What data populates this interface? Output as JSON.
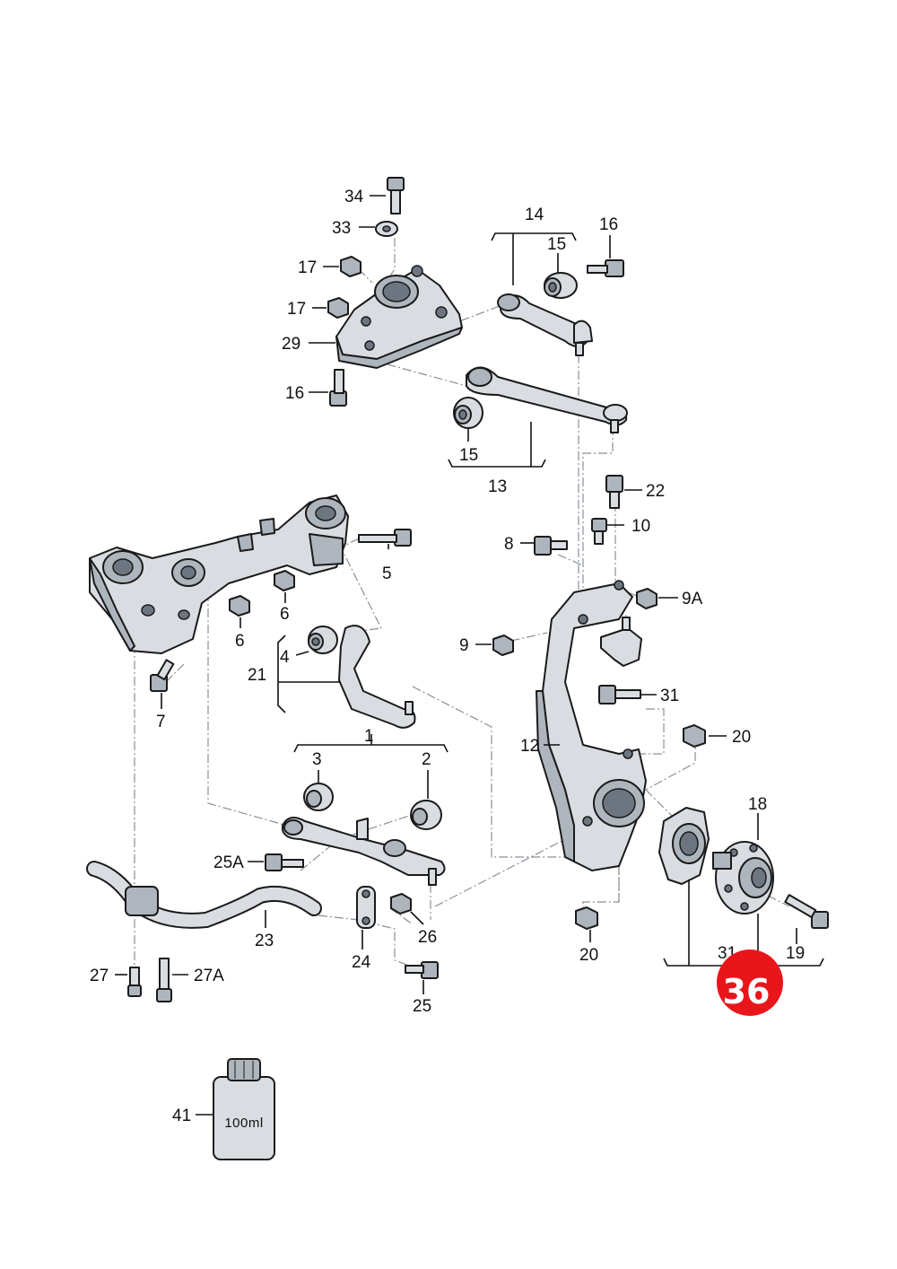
{
  "diagram": {
    "labels": {
      "l34": "34",
      "l33": "33",
      "l17a": "17",
      "l17b": "17",
      "l29": "29",
      "l16a": "16",
      "l14": "14",
      "l15a": "15",
      "l16b": "16",
      "l15b": "15",
      "l13": "13",
      "l22": "22",
      "l10": "10",
      "l8": "8",
      "l9a": "9A",
      "l9": "9",
      "l5": "5",
      "l6a": "6",
      "l6b": "6",
      "l7": "7",
      "l4": "4",
      "l21": "21",
      "l1": "1",
      "l31a": "31",
      "l20a": "20",
      "l12": "12",
      "l3": "3",
      "l2": "2",
      "l18": "18",
      "l25a": "25A",
      "l23": "23",
      "l24": "24",
      "l26": "26",
      "l20b": "20",
      "l31b": "31",
      "l19": "19",
      "l27": "27",
      "l27a": "27A",
      "l25": "25",
      "l41": "41"
    },
    "bottle_label": "100ml",
    "badge": "36",
    "badge_color": "#e8161b"
  }
}
